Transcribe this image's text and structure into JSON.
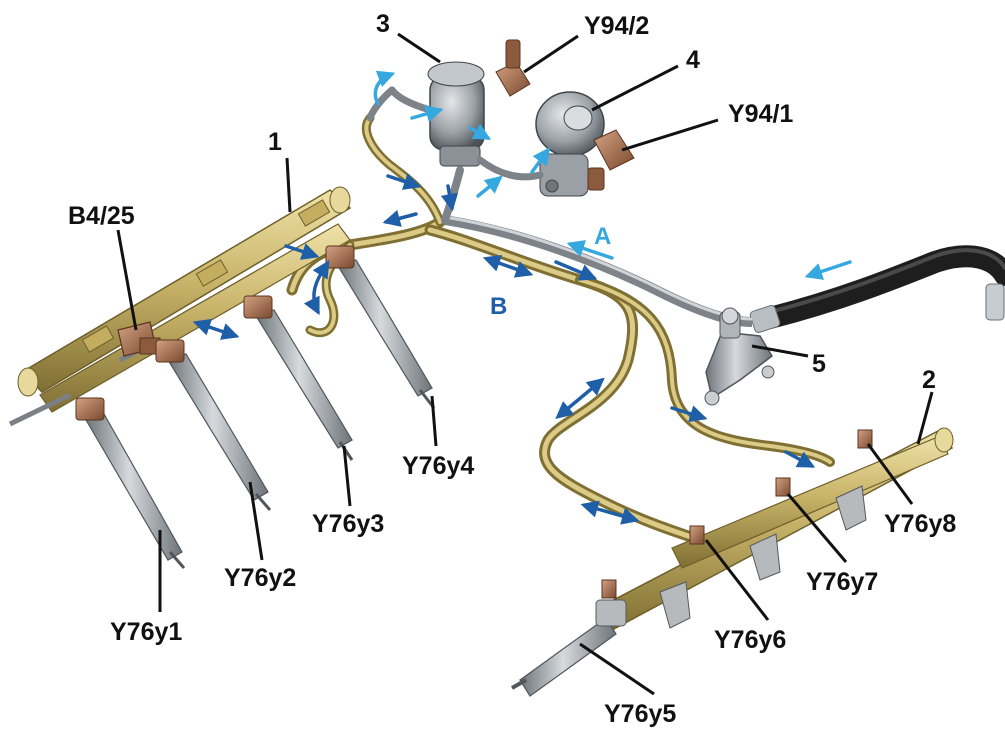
{
  "labels": {
    "rail_left": "1",
    "rail_right": "2",
    "pump_3": "3",
    "pump_4": "4",
    "valve_5": "5",
    "sensor": "B4/25",
    "valve_y94_2": "Y94/2",
    "valve_y94_1": "Y94/1",
    "flow_a": "A",
    "flow_b": "B",
    "inj1": "Y76y1",
    "inj2": "Y76y2",
    "inj3": "Y76y3",
    "inj4": "Y76y4",
    "inj5": "Y76y5",
    "inj6": "Y76y6",
    "inj7": "Y76y7",
    "inj8": "Y76y8"
  },
  "colors": {
    "brass": "#c9b46a",
    "brass_dark": "#8a7a3a",
    "steel": "#9aa0a6",
    "steel_dark": "#5f656b",
    "copper": "#a5704f",
    "hose": "#2b2b2b",
    "flow_light": "#35a8e0",
    "flow_dark": "#1f5fa8",
    "label": "#111111"
  }
}
